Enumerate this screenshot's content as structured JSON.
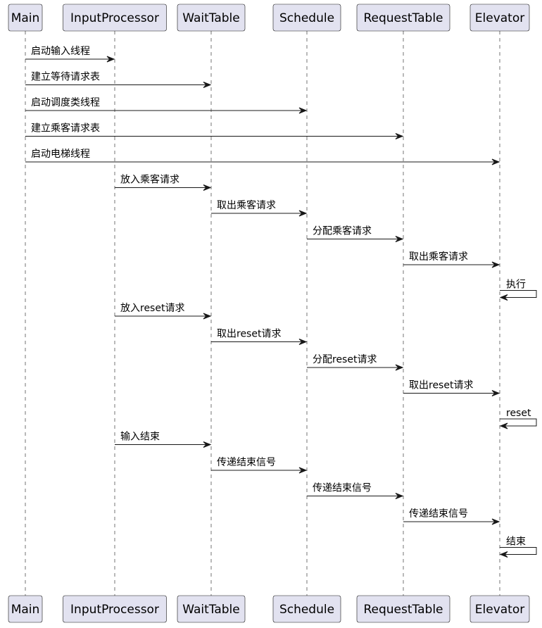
{
  "participants": [
    "Main",
    "InputProcessor",
    "WaitTable",
    "Schedule",
    "RequestTable",
    "Elevator"
  ],
  "messages": [
    {
      "from": 0,
      "to": 1,
      "label": "启动输入线程"
    },
    {
      "from": 0,
      "to": 2,
      "label": "建立等待请求表"
    },
    {
      "from": 0,
      "to": 3,
      "label": "启动调度类线程"
    },
    {
      "from": 0,
      "to": 4,
      "label": "建立乘客请求表"
    },
    {
      "from": 0,
      "to": 5,
      "label": "启动电梯线程"
    },
    {
      "from": 1,
      "to": 2,
      "label": "放入乘客请求"
    },
    {
      "from": 2,
      "to": 3,
      "label": "取出乘客请求"
    },
    {
      "from": 3,
      "to": 4,
      "label": "分配乘客请求"
    },
    {
      "from": 4,
      "to": 5,
      "label": "取出乘客请求"
    },
    {
      "from": 5,
      "to": 5,
      "label": "执行"
    },
    {
      "from": 1,
      "to": 2,
      "label": "放入reset请求"
    },
    {
      "from": 2,
      "to": 3,
      "label": "取出reset请求"
    },
    {
      "from": 3,
      "to": 4,
      "label": "分配reset请求"
    },
    {
      "from": 4,
      "to": 5,
      "label": "取出reset请求"
    },
    {
      "from": 5,
      "to": 5,
      "label": "reset"
    },
    {
      "from": 1,
      "to": 2,
      "label": "输入结束"
    },
    {
      "from": 2,
      "to": 3,
      "label": "传递结束信号"
    },
    {
      "from": 3,
      "to": 4,
      "label": "传递结束信号"
    },
    {
      "from": 4,
      "to": 5,
      "label": "传递结束信号"
    },
    {
      "from": 5,
      "to": 5,
      "label": "结束"
    }
  ]
}
